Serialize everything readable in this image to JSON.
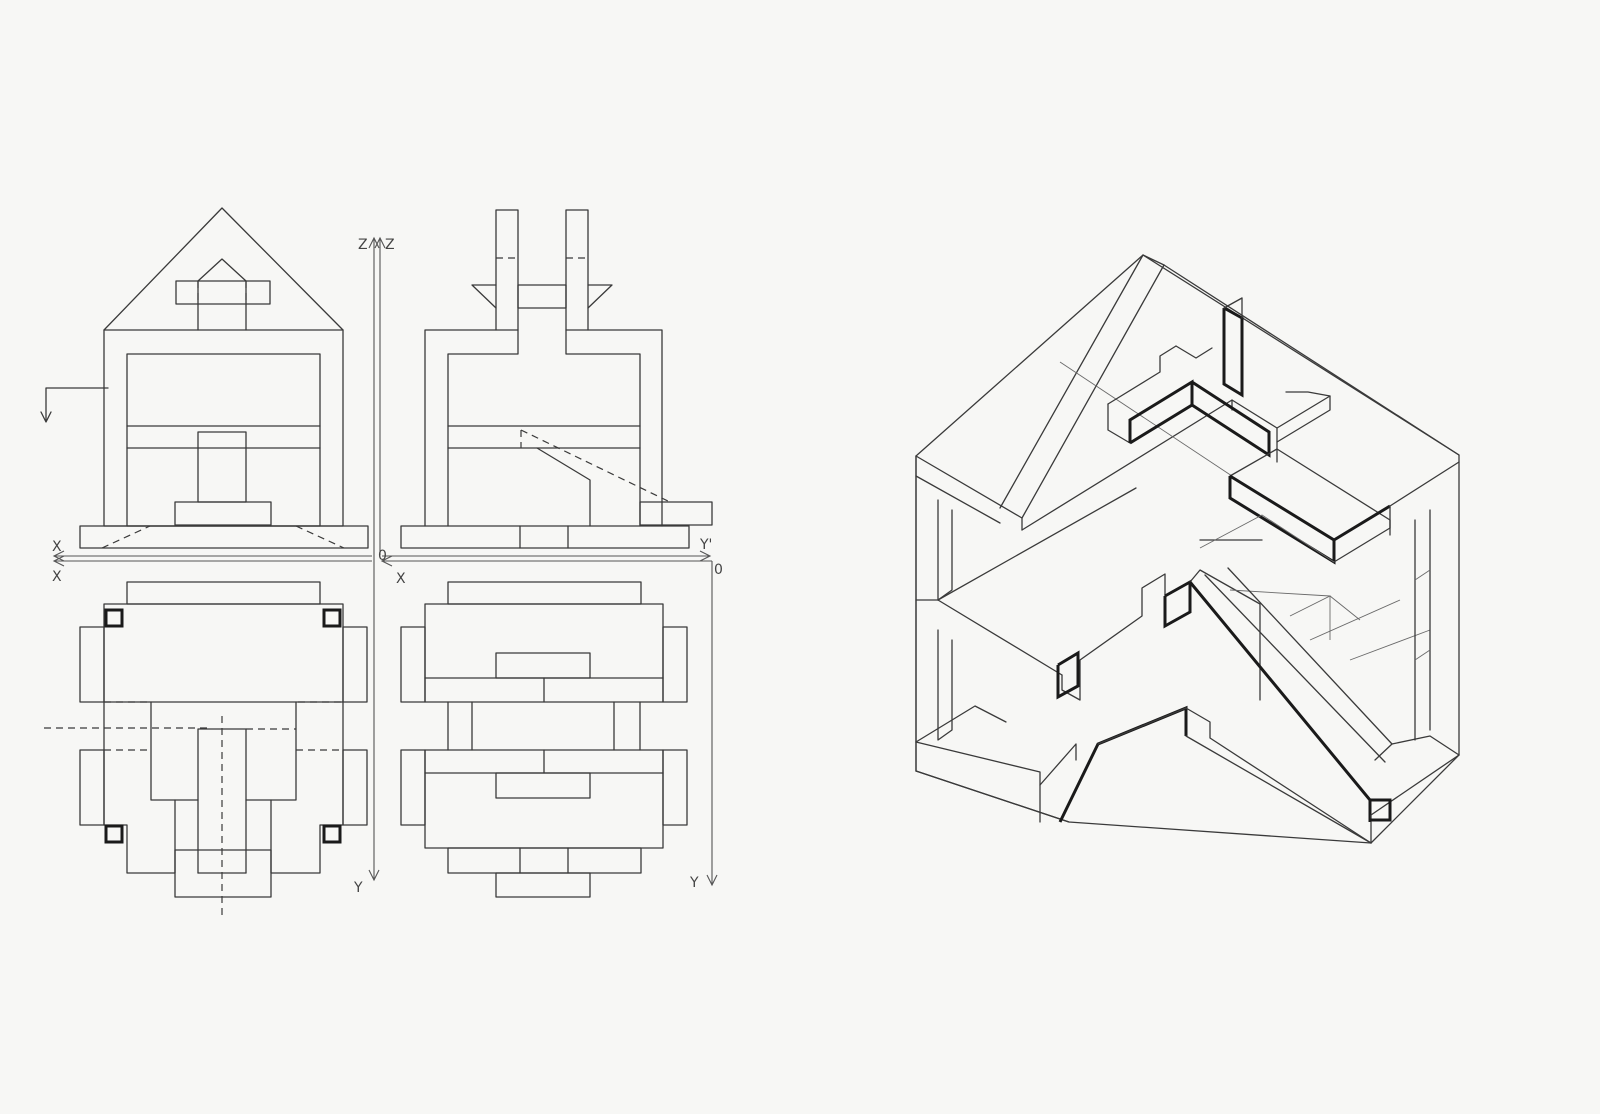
{
  "axes": {
    "z_left": "Z",
    "z_right": "Z",
    "x_top": "X",
    "x_bottom": "X",
    "x_origin": "X",
    "y_prime": "Y'",
    "y_bottom_left": "Y",
    "y_bottom_right": "Y",
    "origin_center": "0",
    "origin_right": "0"
  },
  "colors": {
    "paper": "#f7f7f5",
    "pencil": "#3a3a3a"
  }
}
